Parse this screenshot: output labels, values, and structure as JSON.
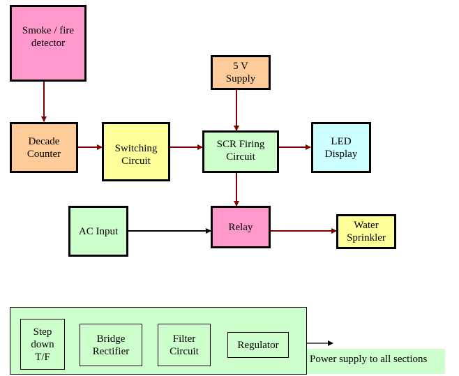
{
  "diagram": {
    "blocks": {
      "smoke_detector": "Smoke / fire\ndetector",
      "decade_counter": "Decade\nCounter",
      "switching_circuit": "Switching\nCircuit",
      "supply_5v": "5 V\nSupply",
      "scr_firing": "SCR Firing\nCircuit",
      "led_display": "LED\nDisplay",
      "ac_input": "AC Input",
      "relay": "Relay",
      "water_sprinkler": "Water\nSprinkler"
    },
    "power_supply": {
      "step_down": "Step\ndown\nT/F",
      "bridge_rectifier": "Bridge\nRectifier",
      "filter_circuit": "Filter\nCircuit",
      "regulator": "Regulator",
      "output_label": "Power supply to all sections"
    },
    "colors": {
      "arrow_main": "#7f0000",
      "arrow_ac": "#000000"
    }
  }
}
